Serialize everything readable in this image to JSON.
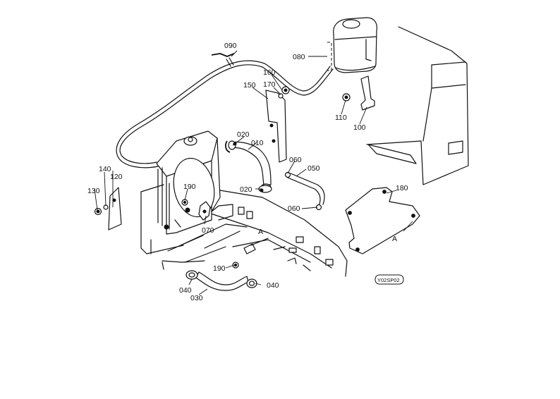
{
  "diagram": {
    "code": "Y02SP02",
    "labels": {
      "p010": "010",
      "p020a": "020",
      "p020b": "020",
      "p030": "030",
      "p040a": "040",
      "p040b": "040",
      "p050": "050",
      "p060a": "060",
      "p060b": "060",
      "p070": "070",
      "p080": "080",
      "p090": "090",
      "p100": "100",
      "p110": "110",
      "p120": "120",
      "p130": "130",
      "p140": "140",
      "p150": "150",
      "p160": "160",
      "p170": "170",
      "p180": "180",
      "p190a": "190",
      "p190b": "190",
      "ref_a1": "A",
      "ref_a2": "A"
    }
  }
}
